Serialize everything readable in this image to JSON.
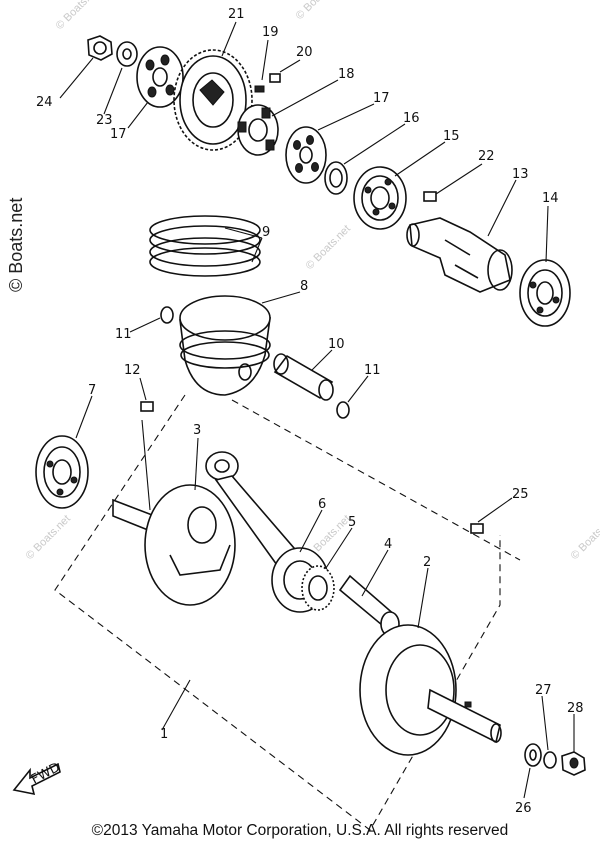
{
  "watermark": {
    "side": "© Boats.net",
    "faint": "© Boats.net"
  },
  "copyright": "©2013 Yamaha Motor Corporation, U.S.A. All rights reserved",
  "fwd_label": "FWD",
  "callouts": [
    "1",
    "2",
    "3",
    "4",
    "5",
    "6",
    "7",
    "8",
    "9",
    "10",
    "11",
    "11",
    "12",
    "13",
    "14",
    "15",
    "16",
    "17",
    "17",
    "18",
    "19",
    "20",
    "21",
    "22",
    "23",
    "24",
    "25",
    "26",
    "27",
    "28"
  ]
}
